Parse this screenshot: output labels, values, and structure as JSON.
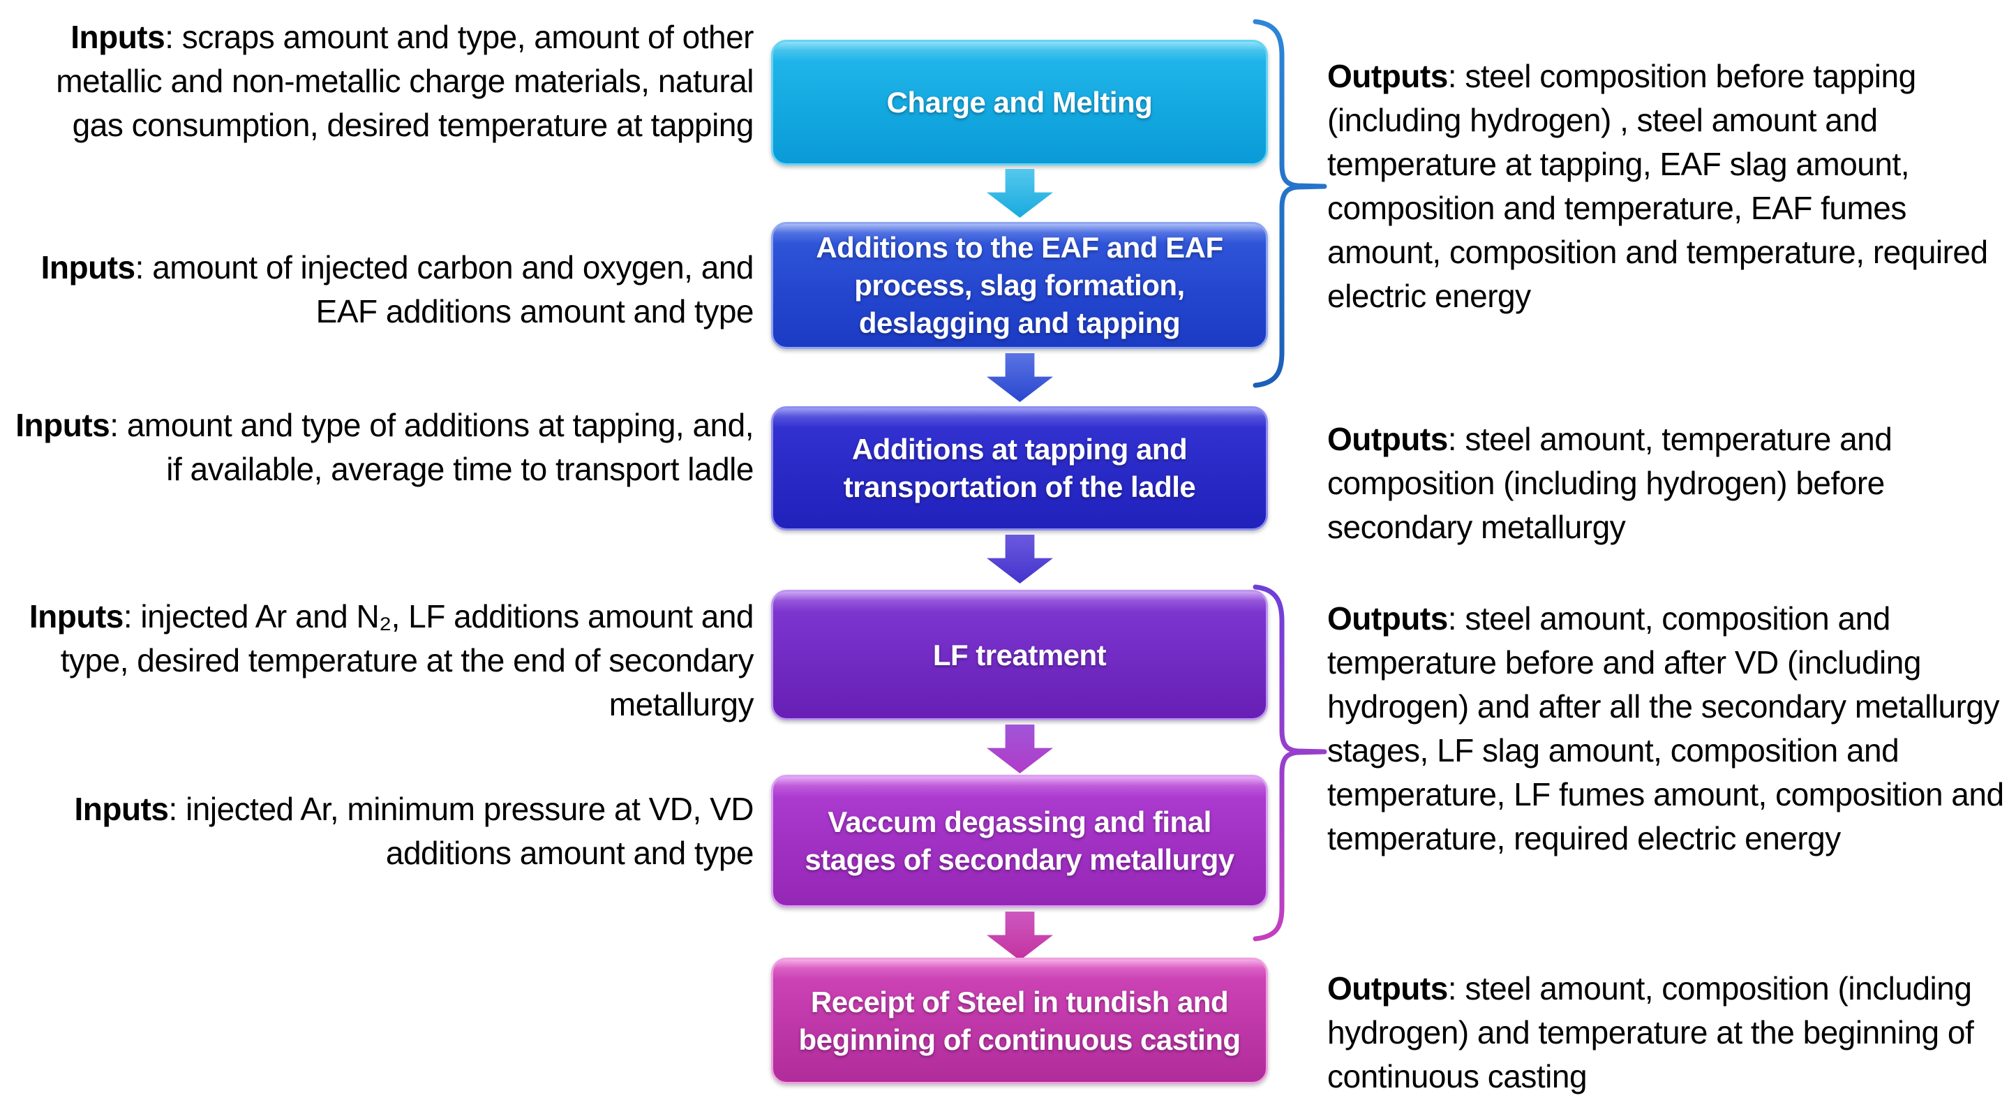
{
  "inputs": [
    {
      "label": "Inputs",
      "text": ": scraps amount and type, amount of other metallic and non-metallic charge materials, natural gas consumption, desired temperature at tapping"
    },
    {
      "label": "Inputs",
      "text": ": amount of injected carbon and oxygen, and EAF additions amount and type"
    },
    {
      "label": "Inputs",
      "text": ": amount and type of additions at tapping, and, if available, average time to transport ladle"
    },
    {
      "label": "Inputs",
      "text": ": injected Ar and N₂, LF additions amount and type, desired temperature at the end of secondary metallurgy"
    },
    {
      "label": "Inputs",
      "text": ": injected Ar, minimum pressure at VD, VD additions amount and type"
    }
  ],
  "stages": [
    {
      "label": "Charge and Melting",
      "fill_top": "#1fb4e9",
      "fill_bottom": "#0a9bd8",
      "border": "#66d4f4"
    },
    {
      "label": "Additions to the EAF and EAF process, slag formation, deslagging and tapping",
      "fill_top": "#2e54d8",
      "fill_bottom": "#1c3bc4",
      "border": "#8fa6f0"
    },
    {
      "label": "Additions at tapping and transportation of the ladle",
      "fill_top": "#3231d0",
      "fill_bottom": "#2121bc",
      "border": "#8e8ef0"
    },
    {
      "label": "LF treatment",
      "fill_top": "#7c35cf",
      "fill_bottom": "#671fb5",
      "border": "#be97f0"
    },
    {
      "label": "Vaccum degassing and final stages of secondary metallurgy",
      "fill_top": "#ab3acf",
      "fill_bottom": "#9527b6",
      "border": "#dca0f2"
    },
    {
      "label": "Receipt of Steel in tundish and beginning of continuous casting",
      "fill_top": "#cb42b5",
      "fill_bottom": "#b12c9b",
      "border": "#f0a0de"
    }
  ],
  "outputs": [
    {
      "label": "Outputs",
      "text": ": steel  composition before tapping (including hydrogen) , steel amount and temperature at tapping, EAF slag amount, composition and temperature, EAF fumes amount,  composition and temperature, required electric energy"
    },
    {
      "label": "Outputs",
      "text": ": steel amount, temperature and composition (including hydrogen) before secondary metallurgy"
    },
    {
      "label": "Outputs",
      "text": ": steel amount, composition and temperature before and after VD (including hydrogen) and after all the secondary metallurgy stages,  LF slag amount, composition and temperature, LF fumes amount, composition and temperature, required electric energy"
    },
    {
      "label": "Outputs",
      "text": ": steel amount, composition (including hydrogen) and temperature at the beginning of continuous casting"
    }
  ],
  "colors": {
    "background": "#ffffff",
    "text": "#000000",
    "stage_text": "#ffffff",
    "arrows": [
      "#29b6e8",
      "#3a52d8",
      "#4e3ed3",
      "#9c3fd0",
      "#c43fae"
    ],
    "bracket_eaf": "#1e74c8",
    "bracket_secondary_metallurgy": "#9933cc"
  }
}
